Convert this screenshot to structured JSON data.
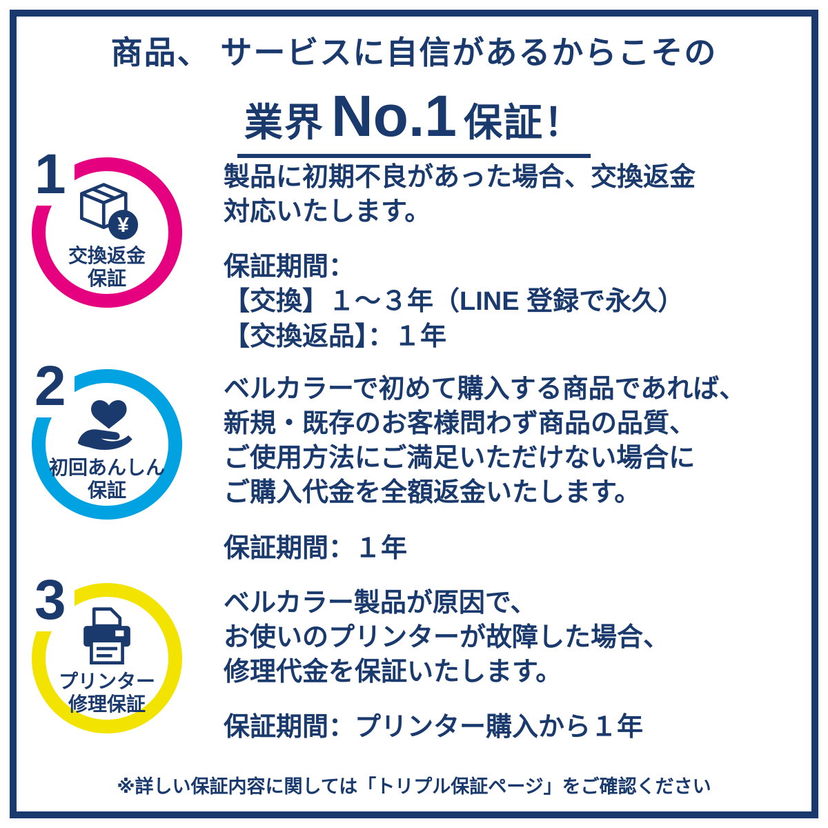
{
  "theme": {
    "text_color": "#1a3a6e",
    "frame_border_color": "#1a3a6e",
    "background": "#ffffff"
  },
  "header": {
    "line1": "商品、 サービスに自信があるからこその",
    "line2_prefix": "業界",
    "line2_no1": "No.1",
    "line2_suffix": "保証！"
  },
  "sections": [
    {
      "number": "1",
      "accent_color": "#e5007f",
      "icon": "package-yen-icon",
      "badge_label": "交換返金\n保証",
      "body": "製品に初期不良があった場合、交換返金\n対応いたします。",
      "period": "保証期間：\n【交換】１～３年（LINE 登録で永久）\n【交換返品】：１年"
    },
    {
      "number": "2",
      "accent_color": "#00a2e2",
      "icon": "heart-in-hand-icon",
      "badge_label": "初回あんしん\n保証",
      "body": "ベルカラーで初めて購入する商品であれば、\n新規・既存のお客様問わず商品の品質、\nご使用方法にご満足いただけない場合に\nご購入代金を全額返金いたします。",
      "period": "保証期間：１年"
    },
    {
      "number": "3",
      "accent_color": "#f2e400",
      "icon": "printer-icon",
      "badge_label": "プリンター\n修理保証",
      "body": "ベルカラー製品が原因で、\nお使いのプリンターが故障した場合、\n修理代金を保証いたします。",
      "period": "保証期間：プリンター購入から１年"
    }
  ],
  "footer": {
    "note": "※詳しい保証内容に関しては「トリプル保証ページ」をご確認ください"
  },
  "icons": {
    "yen_symbol": "¥"
  }
}
